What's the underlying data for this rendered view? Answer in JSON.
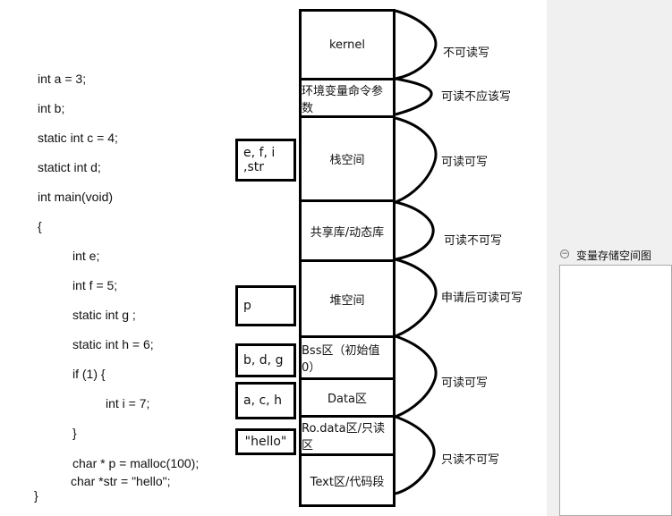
{
  "code": [
    "int a = 3;",
    "int b;",
    "static int c = 4;",
    "statict int d;",
    "int main(void)",
    "{",
    "int e;",
    "int f = 5;",
    "static int g ;",
    "static int h = 6;",
    "if (1) {",
    "int i = 7;",
    "}",
    "char * p = malloc(100);",
    "char *str = \"hello\";",
    "}"
  ],
  "segments": [
    "kernel",
    "环境变量命令参数",
    "栈空间",
    "共享库/动态库",
    "堆空间",
    "Bss区（初始值0）",
    "Data区",
    "Ro.data区/只读区",
    "Text区/代码段"
  ],
  "variables": [
    "e, f, i ,str",
    "p",
    "b, d, g",
    "a, c, h",
    "\"hello\""
  ],
  "permissions": [
    "不可读写",
    "可读不应该写",
    "可读可写",
    "可读不可写",
    "申请后可读可写",
    "可读可写",
    "只读不可写"
  ],
  "panel": {
    "title": "变量存储空间图",
    "icon": "collapse-icon"
  }
}
